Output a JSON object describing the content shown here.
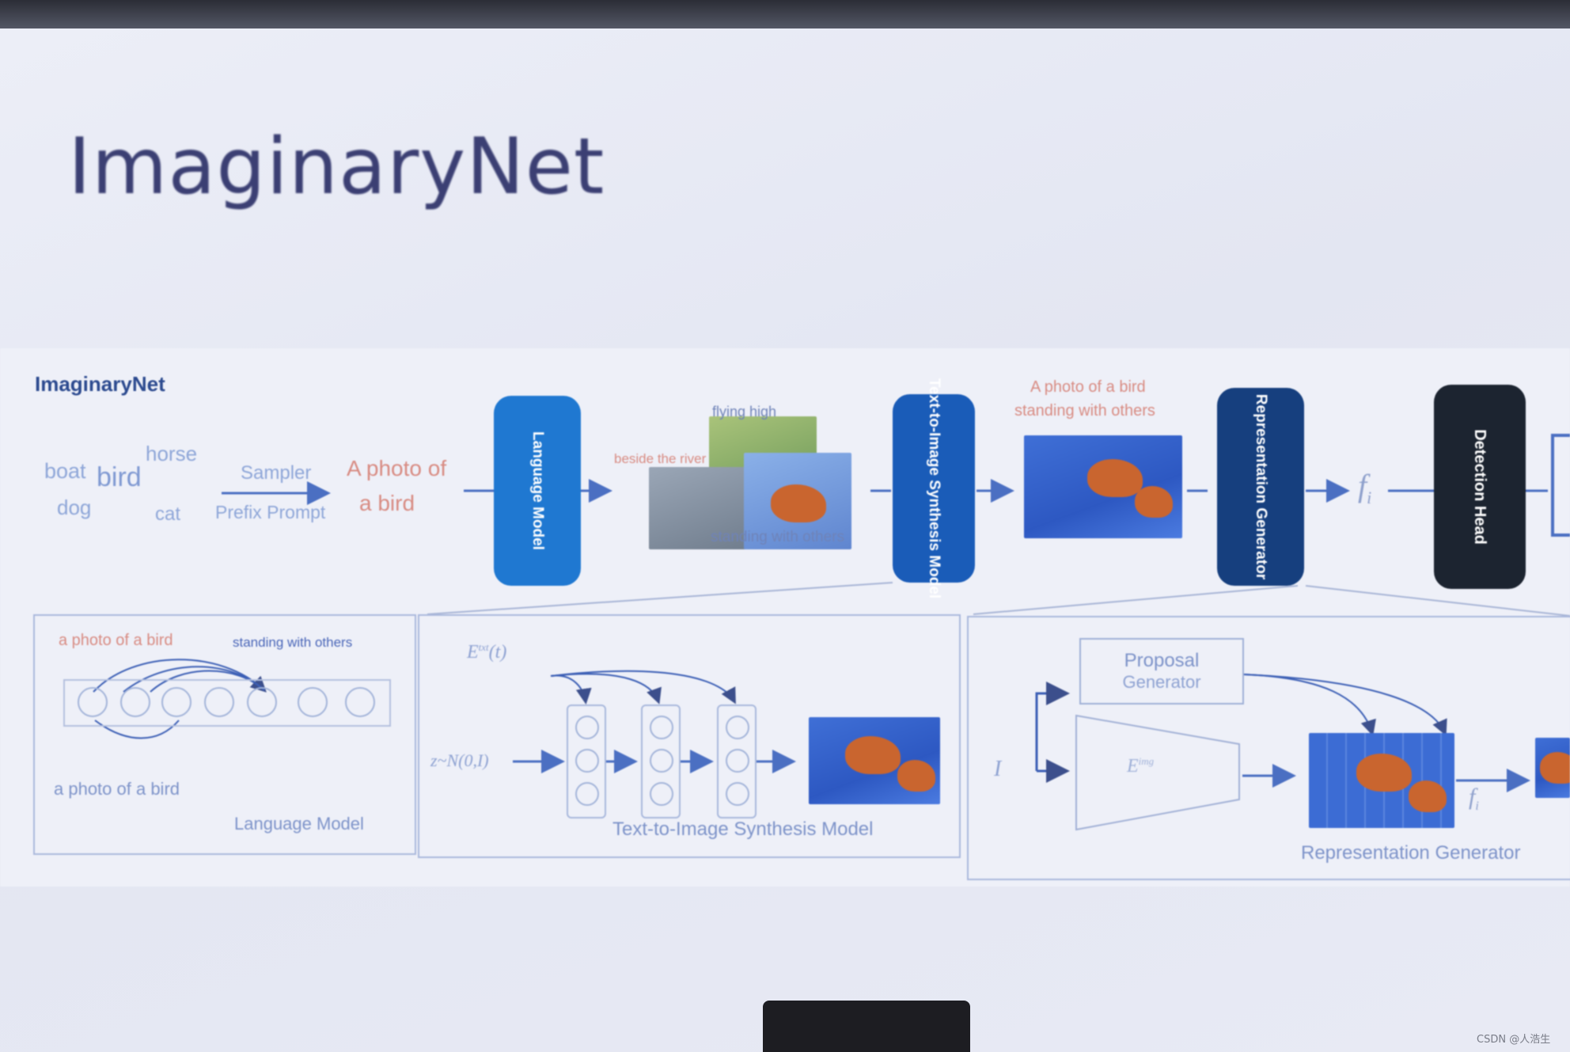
{
  "slide": {
    "title": "ImaginaryNet"
  },
  "figure": {
    "label": "ImaginaryNet",
    "word_cloud": [
      "boat",
      "bird",
      "horse",
      "dog",
      "cat"
    ],
    "sampler": {
      "top": "Sampler",
      "bottom": "Prefix Prompt"
    },
    "prompt_text": {
      "line1": "A photo of",
      "line2": "a bird"
    },
    "language_model_box": "Language Model",
    "synth_box": "Text-to-Image Synthesis Model",
    "rep_box": "Representation Generator",
    "det_box": "Detection Head",
    "generated_caption": {
      "line1": "A photo of a bird",
      "line2": "standing with others"
    },
    "collage_labels": {
      "top": "flying high",
      "mid": "beside the river",
      "bottom": "standing with others"
    },
    "feature_symbol": "f",
    "feature_subscript": "i",
    "panel_language": {
      "title_plain": "a photo of a bird",
      "title_bold": "standing with others",
      "bottom_text": "a photo of a bird",
      "caption": "Language Model"
    },
    "panel_synthesis": {
      "encoder_label": "E",
      "encoder_sup": "txt",
      "encoder_arg": "(t)",
      "noise_label": "z~N(0,I)",
      "caption": "Text-to-Image Synthesis Model"
    },
    "panel_representation": {
      "input_label": "I",
      "proposal_line1": "Proposal",
      "proposal_line2": "Generator",
      "encoder_label": "E",
      "encoder_sup": "img",
      "feature_symbol": "f",
      "feature_subscript": "i",
      "caption": "Representation Generator"
    },
    "colors": {
      "language_box": "#1f78d1",
      "synth_box": "#1a5cb8",
      "rep_box": "#163f7e",
      "det_box": "#1c2430"
    }
  },
  "watermark": "CSDN @人浩生"
}
